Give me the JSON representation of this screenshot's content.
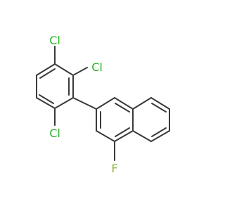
{
  "structure": {
    "atoms": {
      "cl_top": "Cl",
      "cl_right": "Cl",
      "cl_bottom": "Cl",
      "fluorine": "F"
    }
  },
  "colors": {
    "bond": "#3a3a3a",
    "chlorine": "#2db02d",
    "fluorine": "#8fb53b",
    "background": "#ffffff"
  }
}
